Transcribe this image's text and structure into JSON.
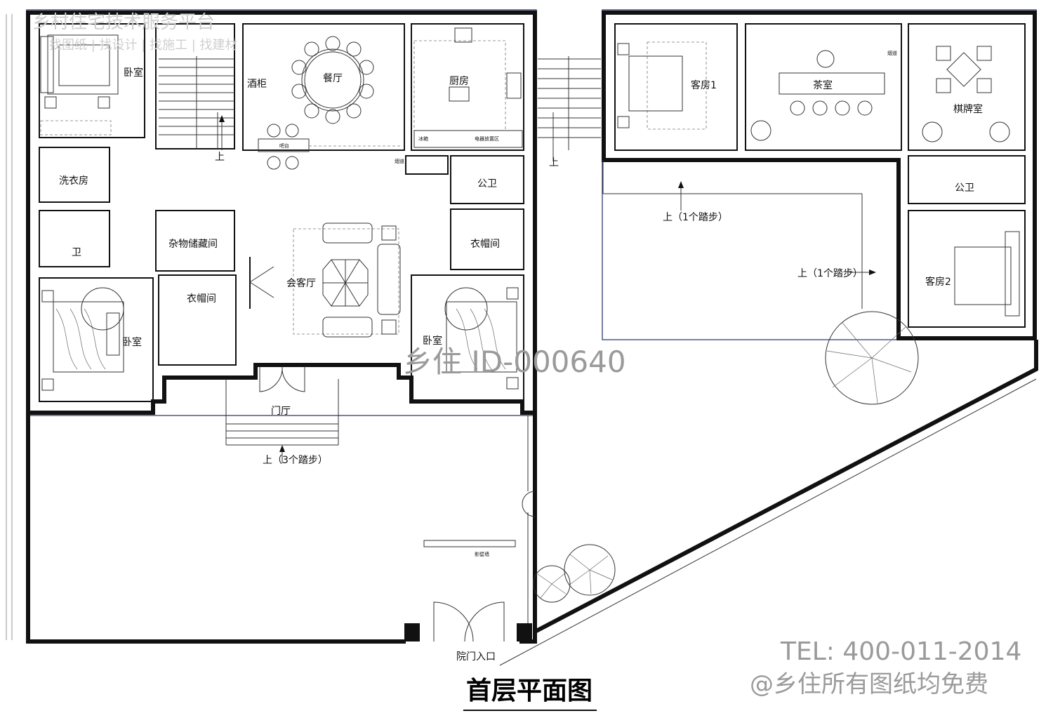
{
  "watermark": {
    "platform": "乡村住宅技术服务平台",
    "services": "找图纸 | 找设计 | 找施工 | 找建材",
    "id": "乡住 ID-000640",
    "tel": "TEL: 400-011-2014",
    "free": "@乡住所有图纸均免费"
  },
  "title": "首层平面图",
  "rooms": {
    "bedroom_nw": "卧室",
    "laundry": "洗衣房",
    "bath_w": "卫",
    "storage": "杂物储藏间",
    "closet_w": "衣帽间",
    "bedroom_sw": "卧室",
    "wine_cabinet": "酒柜",
    "dining": "餐厅",
    "bar": "吧台",
    "kitchen": "厨房",
    "fridge": "冰箱",
    "appliance": "电器放置区",
    "flue": "烟道",
    "public_wc": "公卫",
    "closet_e": "衣帽间",
    "living": "会客厅",
    "bedroom_se": "卧室",
    "foyer": "门厅",
    "guest1": "客房1",
    "tea": "茶室",
    "chess": "棋牌室",
    "flue2": "烟道",
    "public_wc2": "公卫",
    "guest2": "客房2",
    "screen_wall": "影壁墙",
    "gate": "院门入口"
  },
  "stairs": {
    "up": "上",
    "up_right": "上"
  },
  "steps": {
    "courtyard_top": "上（1个踏步）",
    "courtyard_mid": "上（1个踏步）",
    "foyer_steps": "上（3个踏步）"
  }
}
